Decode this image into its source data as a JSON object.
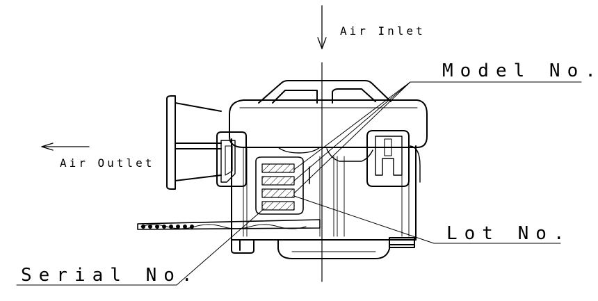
{
  "diagram": {
    "labels": {
      "air_inlet": "Air Inlet",
      "air_outlet": "Air Outlet",
      "model_no": "Model No.",
      "lot_no": "Lot No.",
      "serial_no": "Serial No."
    }
  }
}
